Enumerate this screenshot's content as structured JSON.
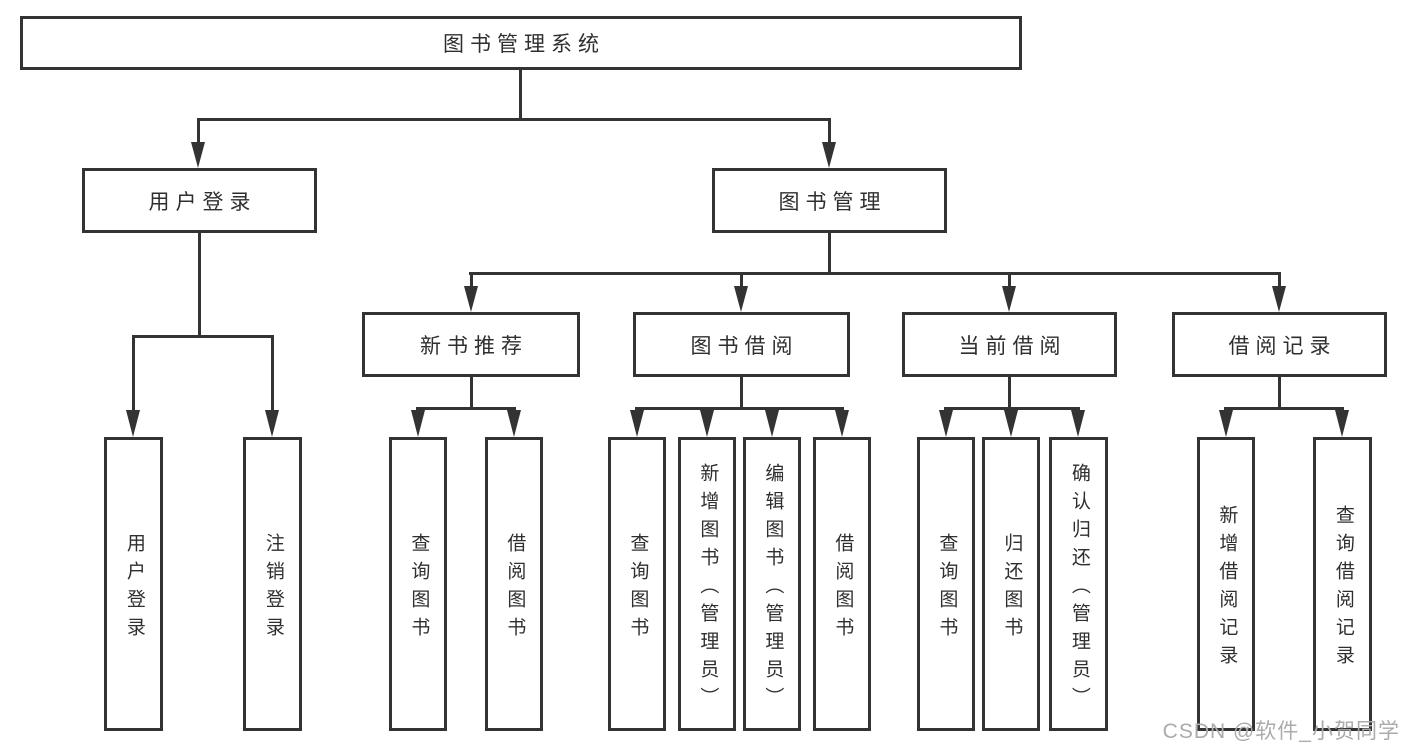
{
  "hierarchy": {
    "label": "图书管理系统",
    "children": [
      {
        "label": "用户登录",
        "children": [
          {
            "label": "用户登录"
          },
          {
            "label": "注销登录"
          }
        ]
      },
      {
        "label": "图书管理",
        "children": [
          {
            "label": "新书推荐",
            "children": [
              {
                "label": "查询图书"
              },
              {
                "label": "借阅图书"
              }
            ]
          },
          {
            "label": "图书借阅",
            "children": [
              {
                "label": "查询图书"
              },
              {
                "label": "新增图书（管理员）"
              },
              {
                "label": "编辑图书（管理员）"
              },
              {
                "label": "借阅图书"
              }
            ]
          },
          {
            "label": "当前借阅",
            "children": [
              {
                "label": "查询图书"
              },
              {
                "label": "归还图书"
              },
              {
                "label": "确认归还（管理员）"
              }
            ]
          },
          {
            "label": "借阅记录",
            "children": [
              {
                "label": "新增借阅记录"
              },
              {
                "label": "查询借阅记录"
              }
            ]
          }
        ]
      }
    ]
  },
  "watermark": "CSDN @软件_小贺同学",
  "colors": {
    "line": "#333333",
    "text": "#2f2f2f",
    "watermark": "#ababab",
    "background": "#ffffff"
  }
}
